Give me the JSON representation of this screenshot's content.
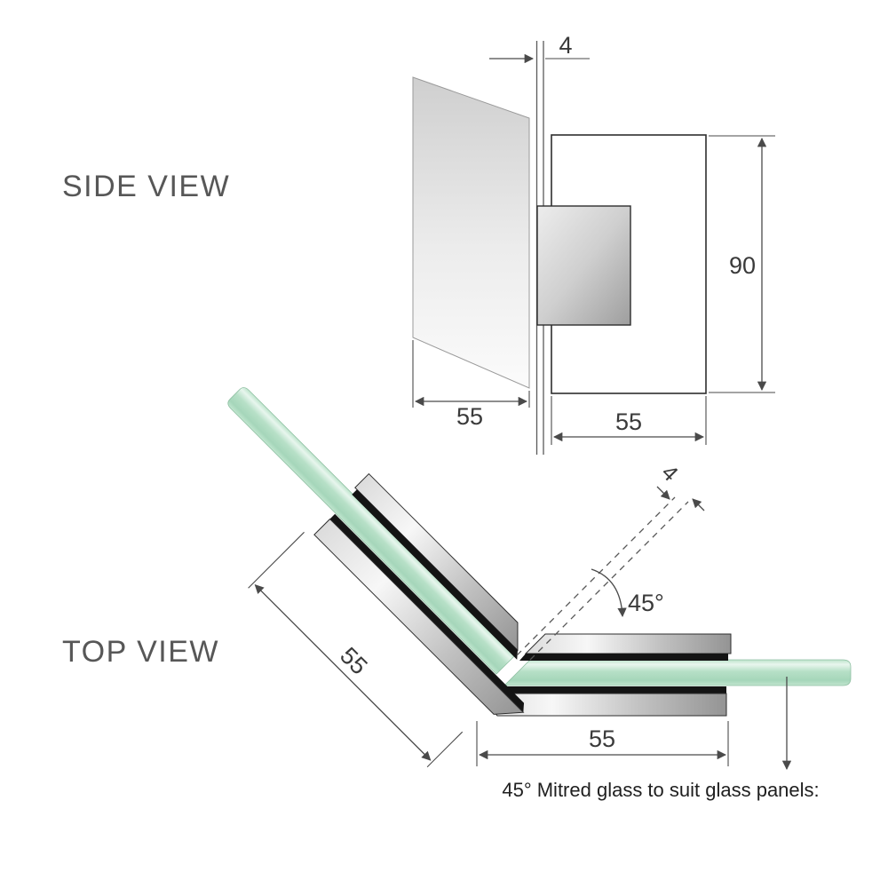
{
  "colors": {
    "line": "#4a4a4a",
    "glass_green_mid": "#a9d8bd",
    "glass_green_light": "#e8f6ee",
    "plate_black": "#141414",
    "plate_gray_light": "#f7f7f7",
    "plate_gray_dark": "#949494"
  },
  "side_view": {
    "label": "SIDE VIEW",
    "dim_glass_thickness": "4",
    "dim_plate_height": "90",
    "dim_glass_width": "55",
    "dim_plate_width": "55"
  },
  "top_view": {
    "label": "TOP VIEW",
    "dim_mitre_gap": "4",
    "dim_mitre_angle": "45°",
    "dim_diagonal_plate": "55",
    "dim_bottom_plate": "55",
    "note": "45° Mitred glass to suit glass panels:"
  }
}
